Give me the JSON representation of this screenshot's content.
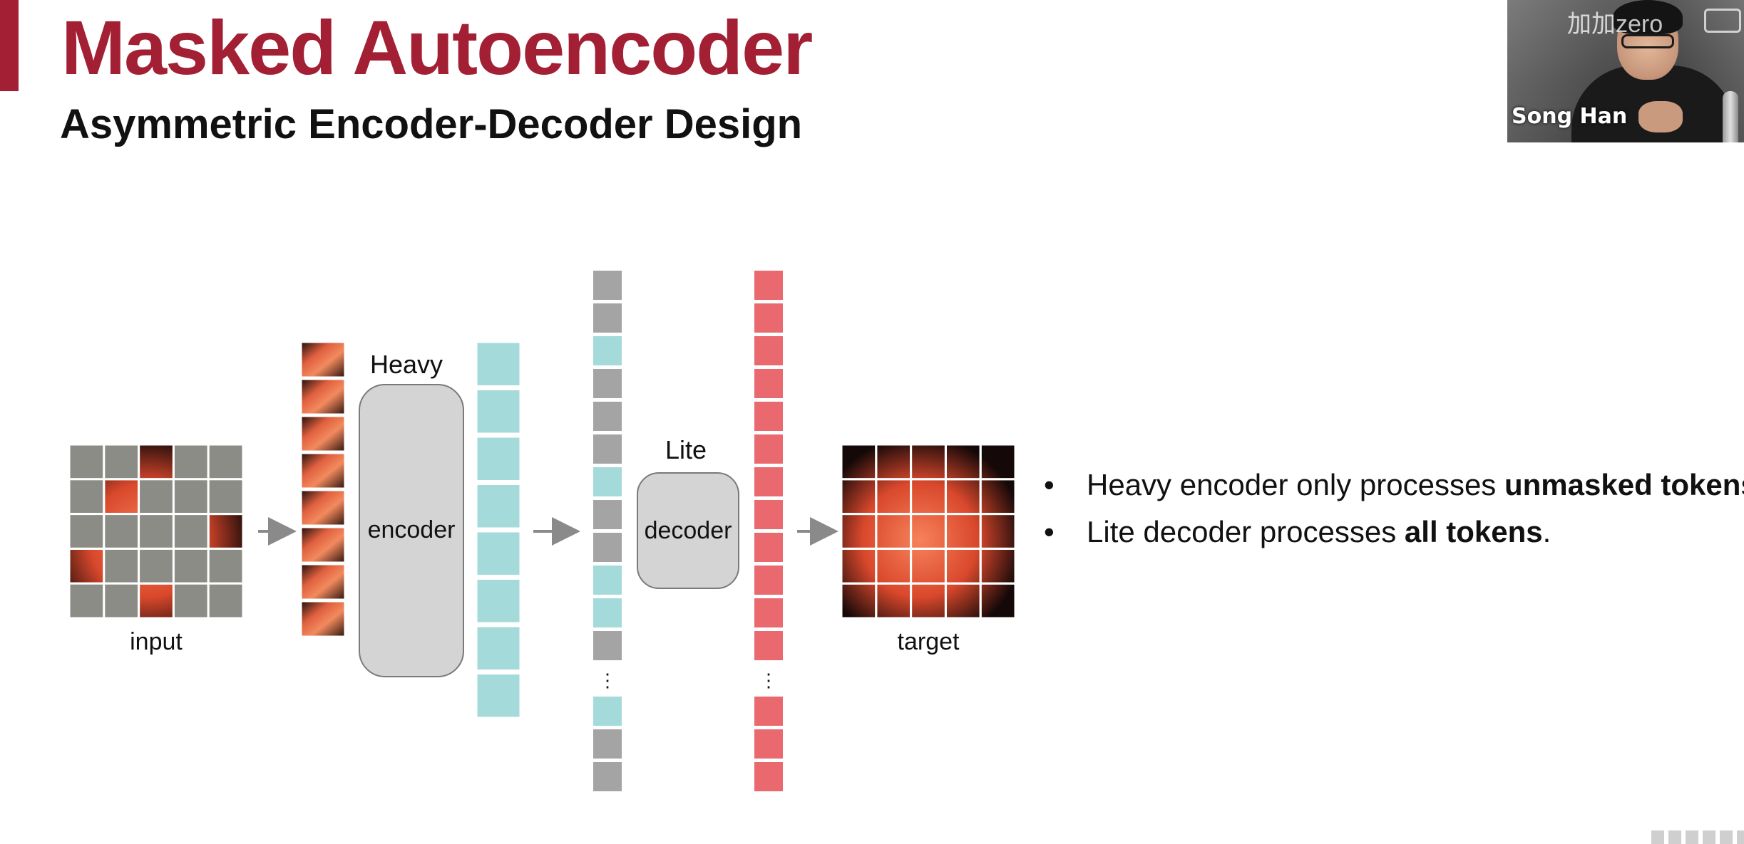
{
  "slide": {
    "title": "Masked Autoencoder",
    "subtitle": "Asymmetric Encoder-Decoder Design"
  },
  "webcam": {
    "watermark": "加加zero",
    "speaker_name": "Song Han"
  },
  "diagram": {
    "labels": {
      "input": "input",
      "heavy": "Heavy",
      "encoder": "encoder",
      "lite": "Lite",
      "decoder": "decoder",
      "target": "target"
    },
    "colors": {
      "masked_patch": "#8c8c86",
      "encoded_token": "#a5dadb",
      "mask_token": "#a4a4a4",
      "decoded_token": "#e9696e",
      "block_fill": "#d4d4d4",
      "arrow": "#8a8a8a"
    },
    "input_grid": {
      "rows": 5,
      "cols": 5,
      "visible_cells": [
        [
          0,
          2
        ],
        [
          1,
          1
        ],
        [
          2,
          4
        ],
        [
          3,
          0
        ],
        [
          4,
          2
        ]
      ]
    },
    "visible_patch_count": 8,
    "encoded_token_count": 8,
    "mask_token_column_top": [
      "mask",
      "mask",
      "visible",
      "mask",
      "mask",
      "mask",
      "visible",
      "mask",
      "mask",
      "visible",
      "visible",
      "mask"
    ],
    "mask_token_column_bottom": [
      "visible",
      "mask",
      "mask"
    ],
    "decoded_token_top_count": 12,
    "decoded_token_bottom_count": 3
  },
  "bullets": [
    {
      "text_before": "Heavy encoder only processes ",
      "bold": "unmasked tokens",
      "text_after": "."
    },
    {
      "text_before": "Lite decoder processes ",
      "bold": "all tokens",
      "text_after": "."
    }
  ]
}
